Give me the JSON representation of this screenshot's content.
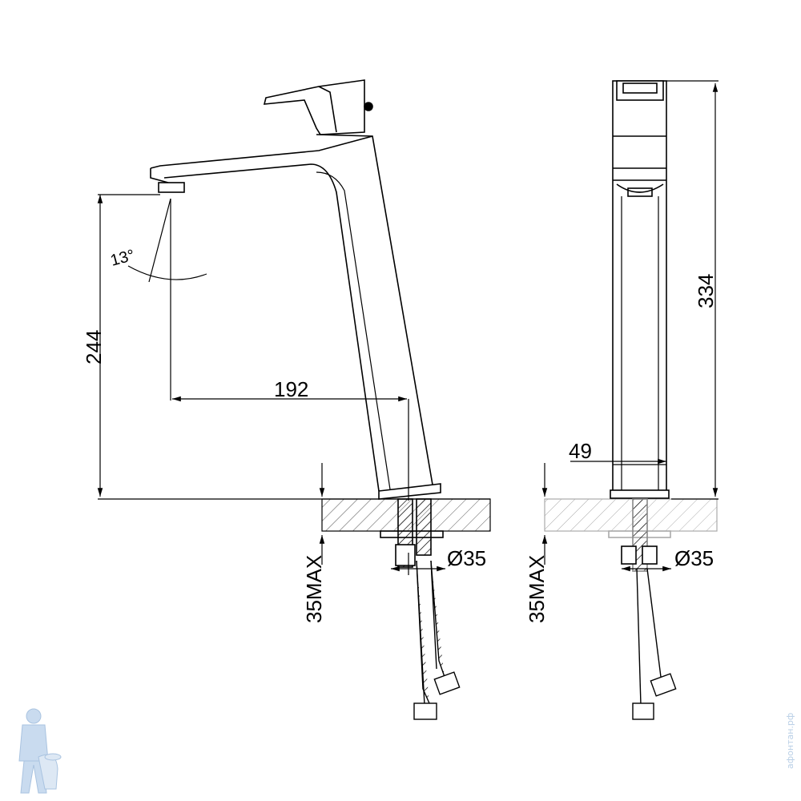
{
  "dimensions": {
    "spout_height": "244",
    "spout_reach": "192",
    "angle": "13°",
    "total_height": "334",
    "body_width": "49",
    "hole_diameter_front": "Ø35",
    "hole_diameter_side": "Ø35",
    "max_thickness_front": "35MAX",
    "max_thickness_side": "35MAX"
  },
  "watermark": {
    "site": "афонтан.рф"
  },
  "colors": {
    "line": "#000000",
    "hatch": "#555555",
    "watermark": "#b9cfe6"
  }
}
